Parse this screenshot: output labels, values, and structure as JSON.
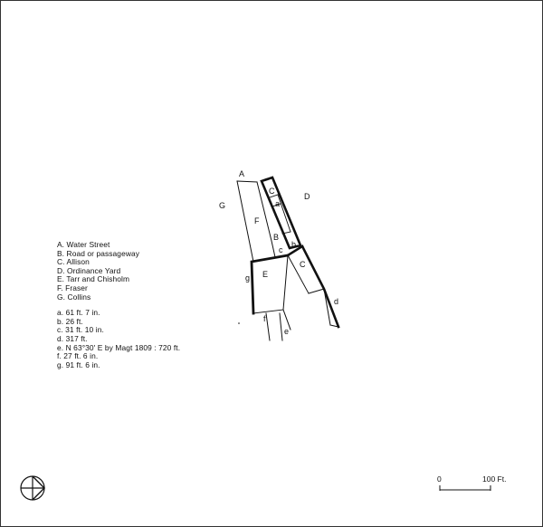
{
  "map_labels": {
    "A": "A",
    "B": "B",
    "C_upper": "C",
    "C_lower": "C",
    "D": "D",
    "E": "E",
    "F": "F",
    "G": "G",
    "a": "a",
    "b": "b",
    "c": "c",
    "d": "d",
    "e": "e",
    "f": "f",
    "g": "g"
  },
  "legend": {
    "parcels": [
      "A. Water Street",
      "B. Road or passageway",
      "C.  Allison",
      "D. Ordinance Yard",
      "E. Tarr and Chisholm",
      "F.  Fraser",
      "G. Collins"
    ],
    "measurements": [
      "a. 61 ft. 7 in.",
      "b. 26 ft.",
      "c. 31 ft. 10 in.",
      "d. 317 ft.",
      "e. N 63°30' E by Magt 1809 : 720 ft.",
      " f.  27 ft. 6 in.",
      "g. 91 ft. 6 in."
    ]
  },
  "scale_bar": {
    "start_label": "0",
    "end_label": "100 Ft."
  },
  "compass_icon": "circle-cross-arrow",
  "colors": {
    "line": "#111111",
    "background": "#ffffff"
  }
}
